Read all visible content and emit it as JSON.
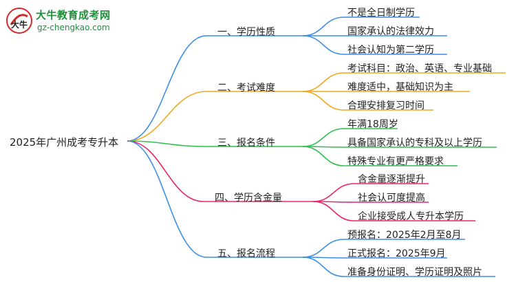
{
  "logo": {
    "title": "大牛教育成考网",
    "url": "gz-chengkao.com",
    "badge_text": "大牛"
  },
  "root": "2025年广州成考专升本",
  "branches": [
    {
      "label": "一、学历性质",
      "color": "#3a8ee6",
      "leaves": [
        "不是全日制学历",
        "国家承认的法律效力",
        "社会认知为第二学历"
      ]
    },
    {
      "label": "二、考试难度",
      "color": "#f0a81c",
      "leaves": [
        "考试科目：政治、英语、专业基础",
        "难度适中，基础知识为主",
        "合理安排复习时间"
      ]
    },
    {
      "label": "三、报名条件",
      "color": "#2fbf4f",
      "leaves": [
        "年满18周岁",
        "具备国家承认的专科及以上学历",
        "特殊专业有更严格要求"
      ]
    },
    {
      "label": "四、学历含金量",
      "color": "#e8266e",
      "leaves": [
        "含金量逐渐提升",
        "社会认可度提高",
        "企业接受成人专升本学历"
      ]
    },
    {
      "label": "五、报名流程",
      "color": "#3a8ee6",
      "leaves": [
        "预报名：2025年2月至8月",
        "正式报名：2025年9月",
        "准备身份证明、学历证明及照片"
      ]
    }
  ]
}
